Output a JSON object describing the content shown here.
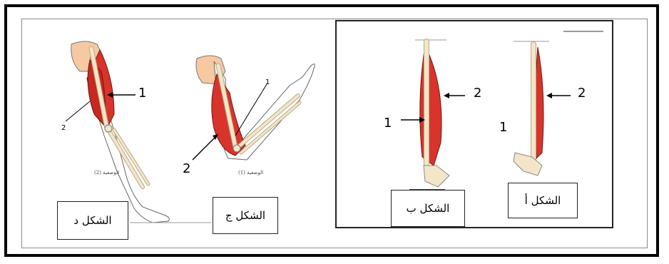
{
  "figures": {
    "fig_d": {
      "label": "الشكل د",
      "caption": "الوضعية (2)",
      "n1": "1",
      "n2": "2"
    },
    "fig_c": {
      "label": "الشكل ج",
      "caption": "الوضعية (1)",
      "n1": "1",
      "n2": "2"
    },
    "fig_b": {
      "label": "الشكل ب",
      "n1": "1",
      "n2": "2"
    },
    "fig_a": {
      "label": "الشكل أ",
      "n1": "1",
      "n2": "2"
    }
  },
  "colors": {
    "muscle": "#d9342b",
    "bone": "#f3e6c8",
    "skin": "#f6c9a2",
    "outline": "#555555"
  }
}
